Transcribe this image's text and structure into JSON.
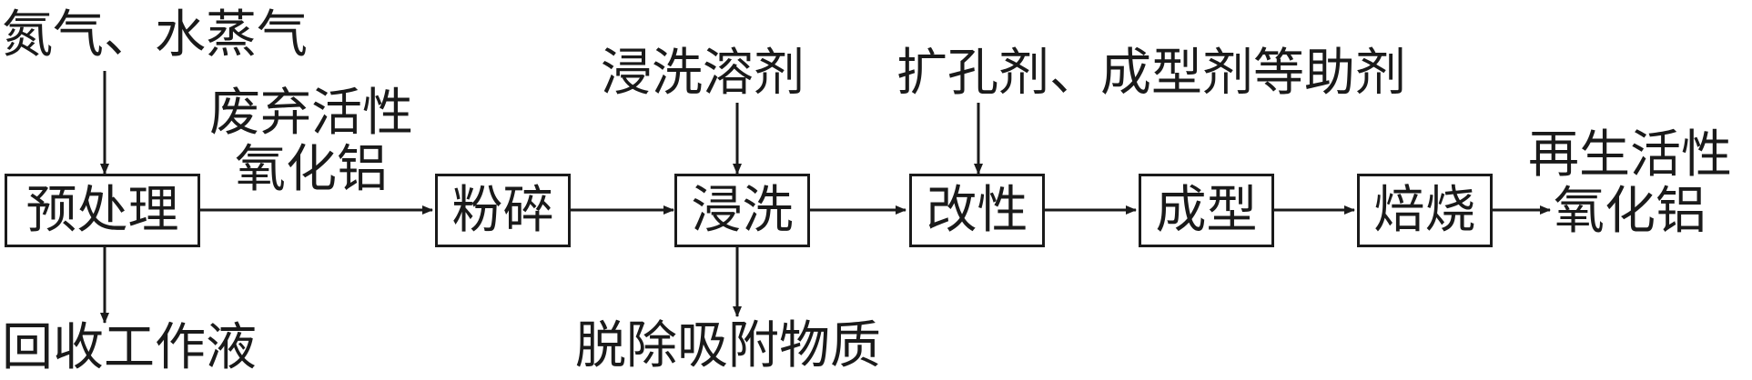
{
  "process_steps": {
    "pretreatment": "预处理",
    "crushing": "粉碎",
    "leaching": "浸洗",
    "modification": "改性",
    "forming": "成型",
    "roasting": "焙烧"
  },
  "inputs": {
    "gases": "氮气、水蒸气",
    "waste_alumina_line1": "废弃活性",
    "waste_alumina_line2": "氧化铝",
    "leaching_solvent": "浸洗溶剂",
    "additives": "扩孔剂、成型剂等助剂"
  },
  "outputs": {
    "recovered_liquid": "回收工作液",
    "removed_adsorbates": "脱除吸附物质",
    "regenerated_line1": "再生活性",
    "regenerated_line2": "氧化铝"
  }
}
